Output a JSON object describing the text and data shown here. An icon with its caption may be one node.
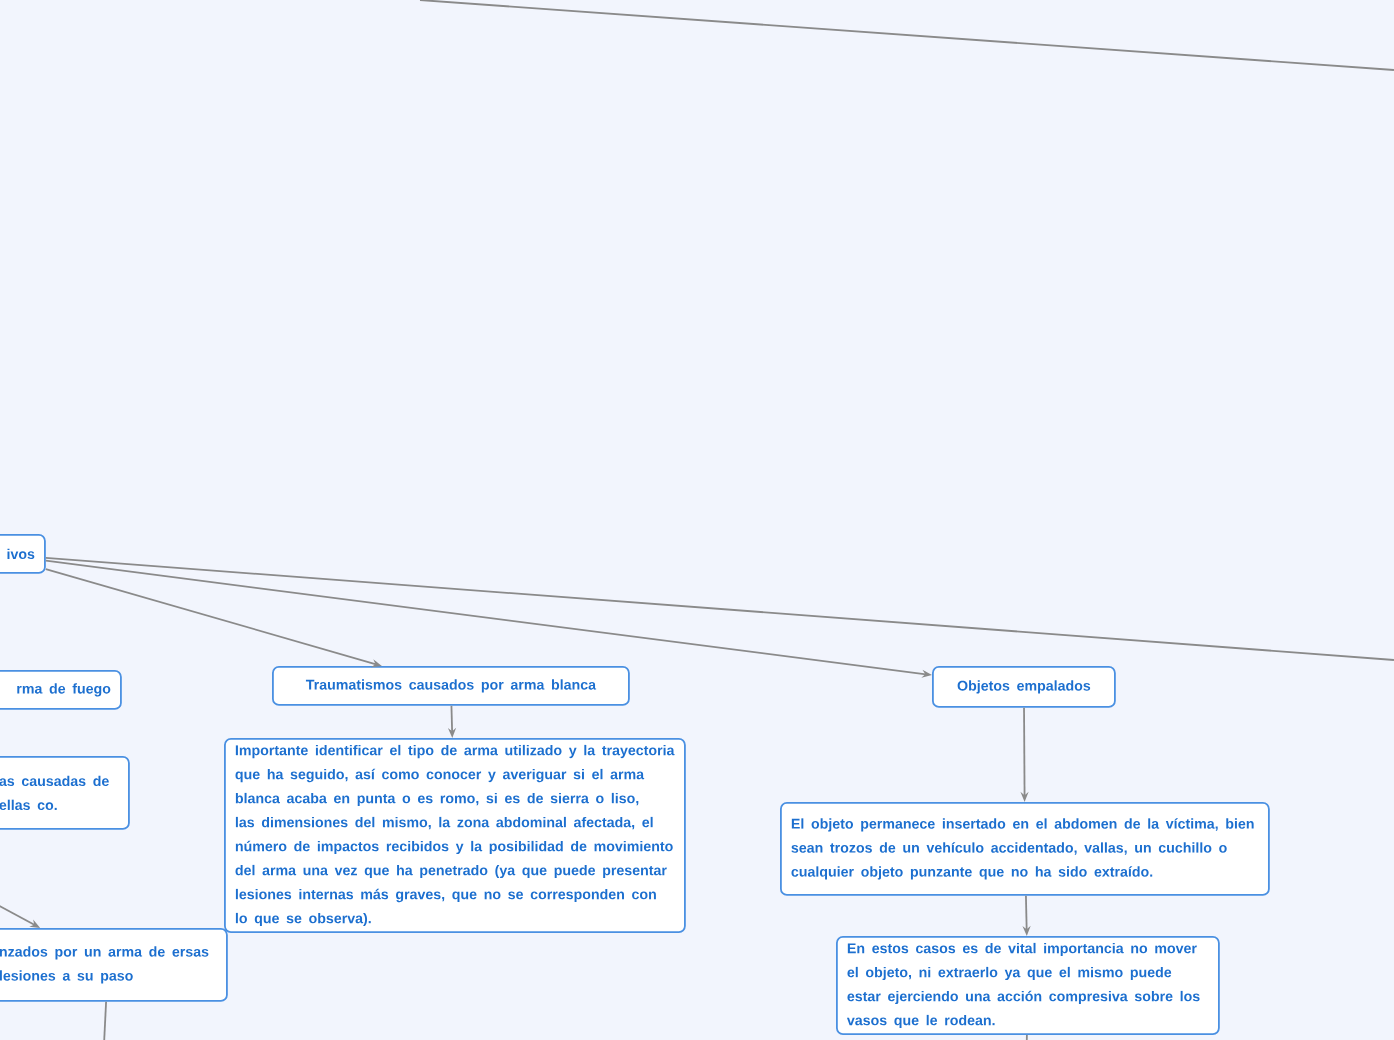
{
  "diagram": {
    "nodes": [
      {
        "text": [
          "ivos"
        ]
      },
      {
        "text": [
          "rma de fuego"
        ]
      },
      {
        "text": [
          "as causadas de ellas co."
        ]
      },
      {
        "text": [
          "nzados por un arma de ersas lesiones a su paso"
        ]
      },
      {
        "text": [
          "Traumatismos causados por arma blanca"
        ]
      },
      {
        "text": [
          "Importante identificar el tipo de arma utilizado y la trayectoria que ha seguido, así como conocer y averiguar si el arma blanca acaba en punta o es romo, si es de sierra o liso, las dimensiones del mismo, la zona abdominal afectada, el número de impactos recibidos y la posibilidad de movimiento del arma una vez que ha penetrado (ya que puede presentar lesiones internas más graves, que no se corresponden con lo que se observa)."
        ]
      },
      {
        "text": [
          "Objetos empalados"
        ]
      },
      {
        "text": [
          "El objeto permanece insertado en el abdomen de la víctima, bien sean trozos de un vehículo accidentado, vallas, un cuchillo o cualquier objeto punzante que no ha sido extraído."
        ]
      },
      {
        "text": [
          "En estos casos es de vital importancia no mover el objeto, ni extraerlo ya que el mismo puede estar ejerciendo una acción compresiva sobre los vasos que le rodean."
        ]
      }
    ],
    "edges": [
      {
        "from": 0,
        "to": 4,
        "arrow": "to"
      },
      {
        "from": 0,
        "to": 6,
        "arrow": "to"
      },
      {
        "from": 0,
        "to": null,
        "arrow": "none"
      },
      {
        "from": null,
        "to": 3,
        "arrow": "to"
      },
      {
        "from": 3,
        "to": null,
        "arrow": "none"
      },
      {
        "from": 4,
        "to": 5,
        "arrow": "to"
      },
      {
        "from": 6,
        "to": 7,
        "arrow": "to"
      },
      {
        "from": 7,
        "to": 8,
        "arrow": "to"
      },
      {
        "from": 8,
        "to": null,
        "arrow": "none"
      }
    ]
  }
}
